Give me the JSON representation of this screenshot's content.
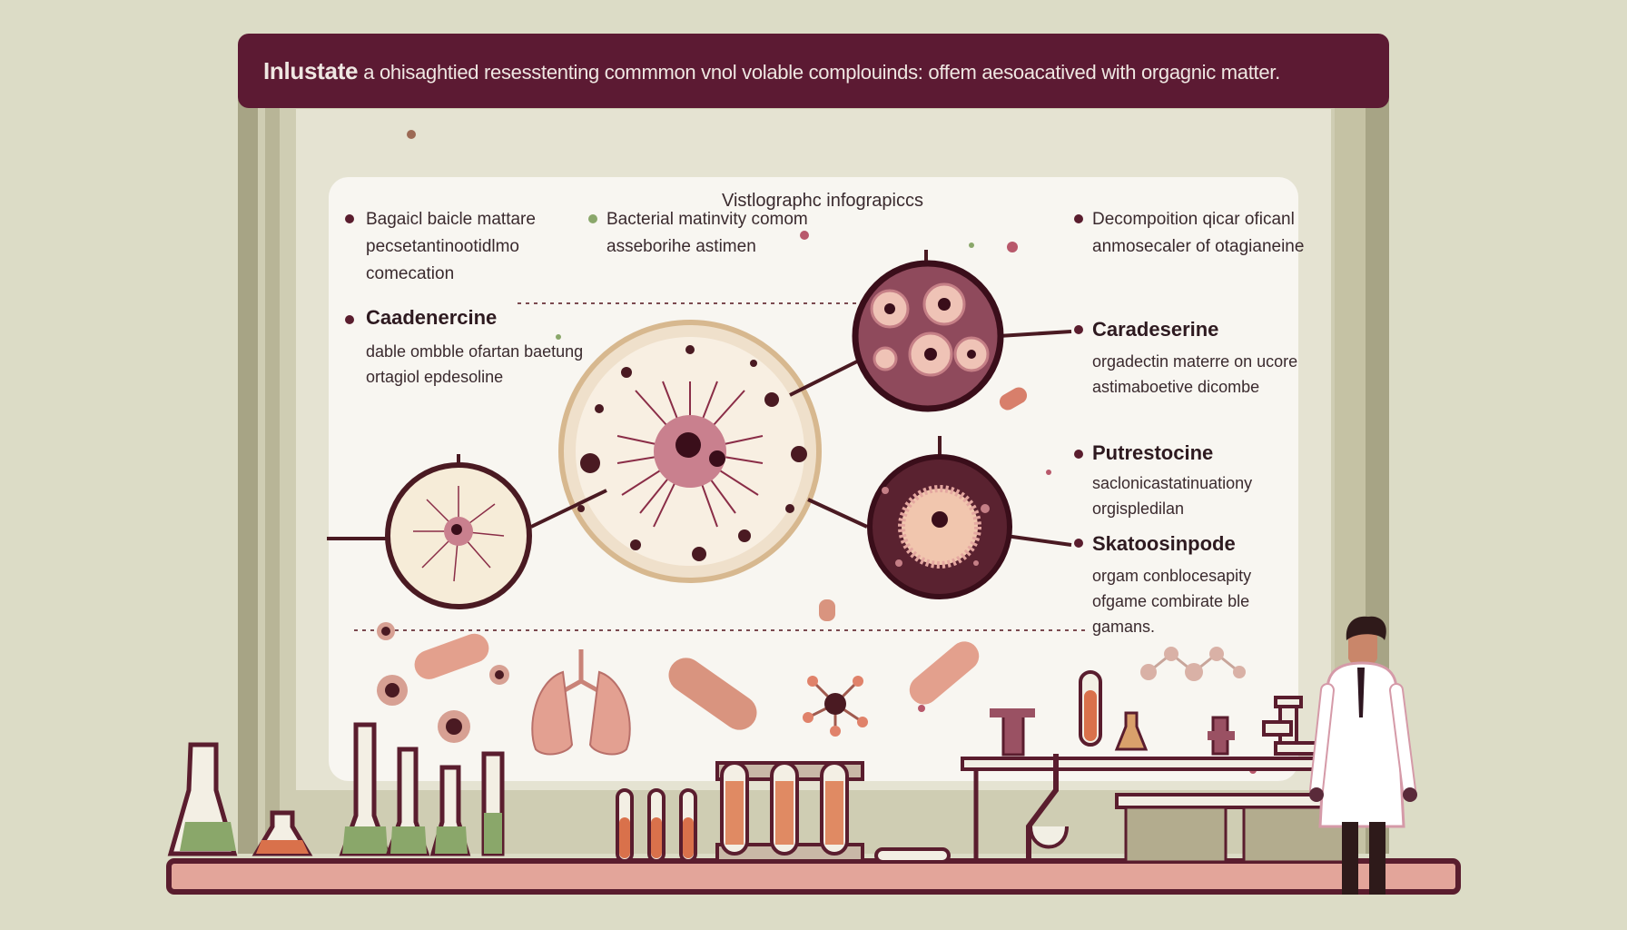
{
  "header": {
    "lead": "Inlustate",
    "text": "a ohisaghtied resesstenting commmon vnol volable complouinds: offem aesoacatived with orgagnic matter."
  },
  "panel": {
    "subtitle": "Vistlographc infograpiccs",
    "note_left": "Bagaicl baicle mattare pecsetantinootidlmo comecation",
    "note_center": "Bacterial matinvity comom asseborihe astimen",
    "note_right": "Decompoition qicar oficanl anmosecaler of otagianeine"
  },
  "left_item": {
    "heading": "Caadenercine",
    "body": "dable ombble ofartan baetung ortagiol epdesoline"
  },
  "right_items": [
    {
      "heading": "Caradeserine",
      "body": "orgadectin materre on ucore astimaboetive dicombe"
    },
    {
      "heading": "Putrestocine",
      "body": "saclonicastatinuationy orgispledilan"
    },
    {
      "heading": "Skatoosinpode",
      "body": "orgam conblocesapity ofgame combirate ble gamans."
    }
  ],
  "colors": {
    "background": "#dcdcc6",
    "title_bar": "#5c1a33",
    "panel": "#f8f6f1",
    "accent_rose": "#c57f86",
    "dark_maroon": "#4a1a22",
    "sage": "#8aa76a",
    "orange_liquid": "#d9714b"
  },
  "icons": [
    "microbe-circle-icon",
    "bacteria-icon",
    "lungs-icon",
    "molecule-icon",
    "flask-icon",
    "test-tube-icon",
    "microscope-icon",
    "scientist-figure"
  ]
}
